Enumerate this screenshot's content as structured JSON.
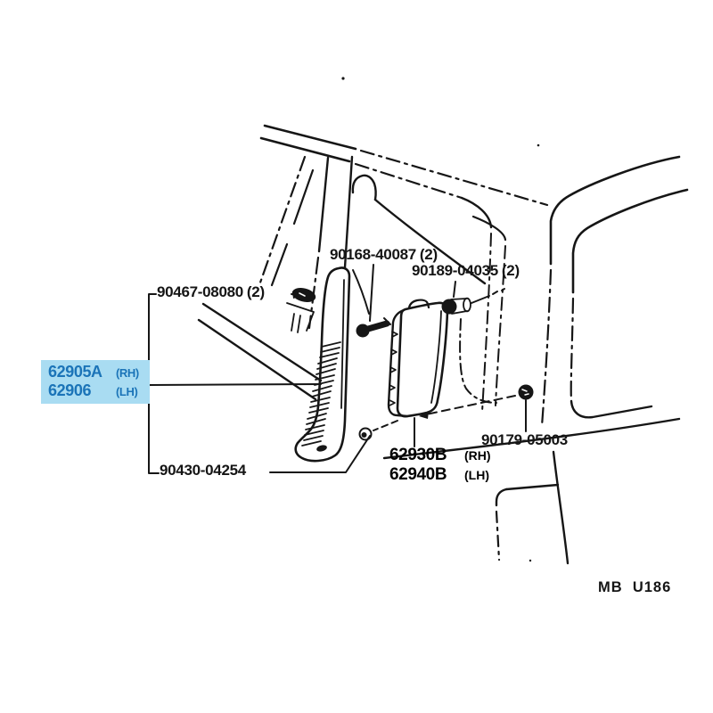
{
  "diagram": {
    "code": "MB  U186",
    "highlight_color": "#a9dcf2",
    "highlight_text_color": "#1b74b8",
    "line_color": "#161616"
  },
  "callouts": {
    "clip_90467": {
      "part": "90467-08080",
      "qty": "(2)"
    },
    "screw_90168": {
      "part": "90168-40087",
      "qty": "(2)"
    },
    "nut_90189": {
      "part": "90189-04035",
      "qty": "(2)"
    },
    "screw_90430": {
      "part": "90430-04254"
    },
    "clip_90179": {
      "part": "90179-05003"
    },
    "garnish_center_pillar": {
      "rh_part": "62905A",
      "rh_side": "(RH)",
      "lh_part": "62906",
      "lh_side": "(LH)"
    },
    "garnish_rear_pillar": {
      "rh_part": "62930B",
      "rh_side": "(RH)",
      "lh_part": "62940B",
      "lh_side": "(LH)"
    }
  }
}
